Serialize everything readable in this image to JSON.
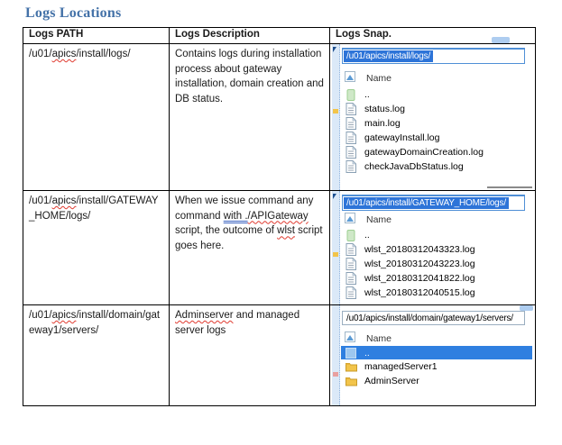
{
  "title": "Logs Locations",
  "colors": {
    "heading_blue": "#4472a8",
    "selection_blue": "#2d74d8",
    "selected_row_blue": "#2f7fe0",
    "folder_yellow": "#f2c44a",
    "spell_red": "#e03a2f",
    "grammar_blue": "#3a62c0"
  },
  "table": {
    "headers": [
      "Logs PATH",
      "Logs Description",
      "Logs Snap."
    ],
    "rows": [
      {
        "path_segments": [
          {
            "text": "/u01/",
            "mark": "none"
          },
          {
            "text": "apics",
            "mark": "spell"
          },
          {
            "text": "/install/logs/",
            "mark": "none"
          }
        ],
        "desc_segments": [
          {
            "text": "Contains logs during installation process about gateway installation, domain creation and DB status.",
            "mark": "none"
          }
        ],
        "snap": {
          "address": "/u01/apics/install/logs/",
          "address_state": "selected",
          "columns": {
            "name": "Name"
          },
          "entries": [
            {
              "icon": "parent-folder",
              "label": ".."
            },
            {
              "icon": "log-file",
              "label": "status.log"
            },
            {
              "icon": "log-file",
              "label": "main.log"
            },
            {
              "icon": "log-file",
              "label": "gatewayInstall.log"
            },
            {
              "icon": "log-file",
              "label": "gatewayDomainCreation.log"
            },
            {
              "icon": "log-file",
              "label": "checkJavaDbStatus.log"
            }
          ]
        }
      },
      {
        "path_segments": [
          {
            "text": "/u01/",
            "mark": "none"
          },
          {
            "text": "apics",
            "mark": "spell"
          },
          {
            "text": "/install/GATEWAY_HOME/logs/",
            "mark": "none"
          }
        ],
        "desc_segments": [
          {
            "text": "When we issue command any command ",
            "mark": "none"
          },
          {
            "text": "with .",
            "mark": "grammar"
          },
          {
            "text": "/APIGateway",
            "mark": "spell"
          },
          {
            "text": " script, the outcome of ",
            "mark": "none"
          },
          {
            "text": "wlst",
            "mark": "spell"
          },
          {
            "text": " script goes here.",
            "mark": "none"
          }
        ],
        "snap": {
          "address": "/u01/apics/install/GATEWAY_HOME/logs/",
          "address_state": "selected",
          "columns": {
            "name": "Name"
          },
          "entries": [
            {
              "icon": "parent-folder",
              "label": ".."
            },
            {
              "icon": "log-file",
              "label": "wlst_20180312043323.log"
            },
            {
              "icon": "log-file",
              "label": "wlst_20180312043223.log"
            },
            {
              "icon": "log-file",
              "label": "wlst_20180312041822.log"
            },
            {
              "icon": "log-file",
              "label": "wlst_20180312040515.log"
            }
          ]
        }
      },
      {
        "path_segments": [
          {
            "text": "/u01/",
            "mark": "none"
          },
          {
            "text": "apics",
            "mark": "spell"
          },
          {
            "text": "/install/domain/gateway1/servers/",
            "mark": "none"
          }
        ],
        "desc_segments": [
          {
            "text": "Adminserver",
            "mark": "spell"
          },
          {
            "text": " and managed server logs",
            "mark": "none"
          }
        ],
        "snap": {
          "address": "/u01/apics/install/domain/gateway1/servers/",
          "address_state": "plain",
          "columns": {
            "name": "Name"
          },
          "entries": [
            {
              "icon": "parent-folder-selected",
              "label": "..",
              "selected": true
            },
            {
              "icon": "folder",
              "label": "managedServer1"
            },
            {
              "icon": "folder",
              "label": "AdminServer"
            }
          ]
        }
      }
    ]
  }
}
